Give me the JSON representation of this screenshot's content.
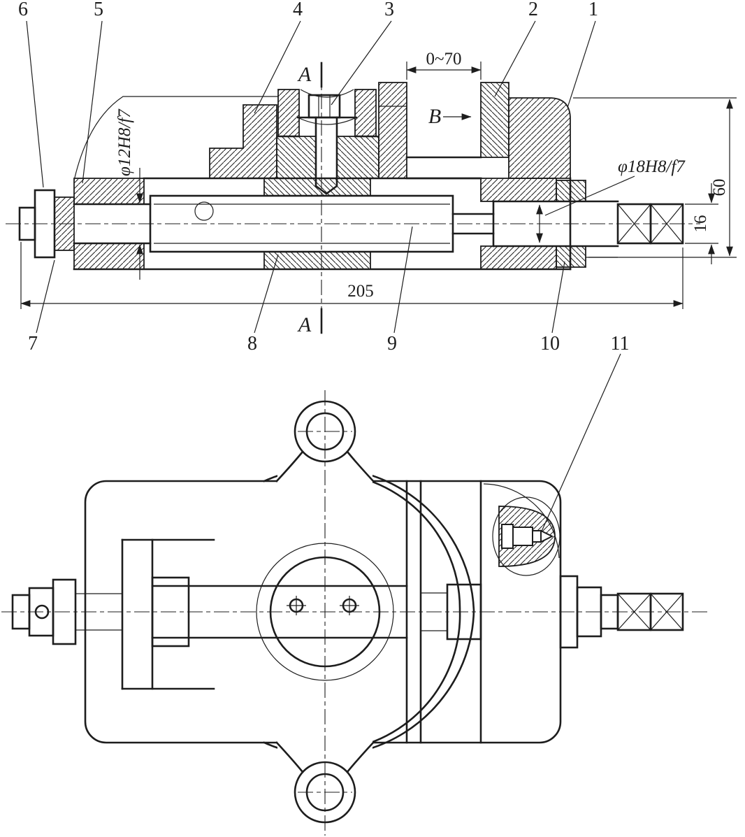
{
  "colors": {
    "background": "#ffffff",
    "line": "#1d1d1d"
  },
  "callouts": {
    "n1": "1",
    "n2": "2",
    "n3": "3",
    "n4": "4",
    "n5": "5",
    "n6": "6",
    "n7": "7",
    "n8": "8",
    "n9": "9",
    "n10": "10",
    "n11": "11"
  },
  "dimensions": {
    "travel_range": "0~70",
    "left_fit": "φ12H8/f7",
    "right_fit": "φ18H8/f7",
    "overall_length": "205",
    "overall_height": "60",
    "shaft_end": "16"
  },
  "section_labels": {
    "a_top": "A",
    "a_bottom": "A",
    "b_view": "B"
  }
}
